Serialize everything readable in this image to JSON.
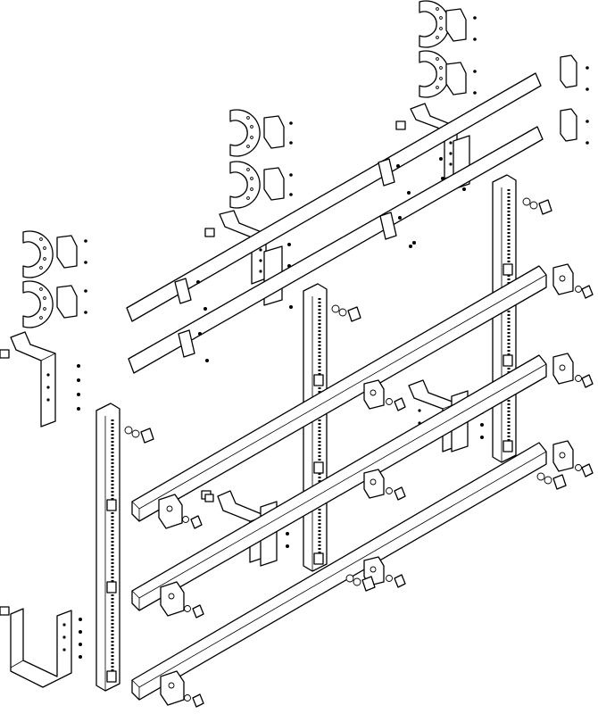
{
  "diagram": {
    "kind": "exploded-assembly-drawing",
    "line_color": "#000000",
    "background_color": "#ffffff",
    "counts": {
      "flat_bars": 2,
      "busbars": 3,
      "vertical_rails": 3,
      "c_brackets": 6,
      "clamp_blocks": 6,
      "mount_brackets": 6,
      "screws": 9,
      "hex_nuts": 3
    }
  }
}
